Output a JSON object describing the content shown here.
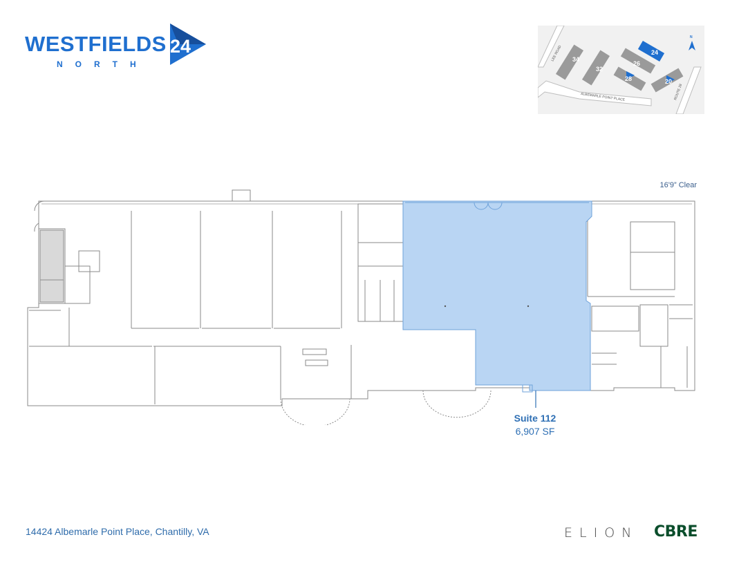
{
  "brand": {
    "name": "WESTFIELDS",
    "number": "24",
    "subtitle": "NORTH",
    "color": "#1f6fcf",
    "dark_color": "#174f9c"
  },
  "keymap": {
    "road_labels": [
      "LEE ROAD",
      "ALBEMARLE POINT PLACE",
      "ROUTE 28"
    ],
    "buildings": [
      "34",
      "32",
      "26",
      "24",
      "28",
      "20"
    ],
    "north_label": "N",
    "highlight_color": "#1f6fcf",
    "building_color": "#9a9a9a"
  },
  "plan": {
    "clear_height": "16'9” Clear",
    "suite": {
      "name": "Suite 112",
      "area": "6,907 SF",
      "fill_color": "#b9d5f3"
    }
  },
  "footer": {
    "address": "14424 Albemarle Point Place, Chantilly, VA",
    "partner_1": "ELION",
    "partner_2": "CBRE"
  }
}
